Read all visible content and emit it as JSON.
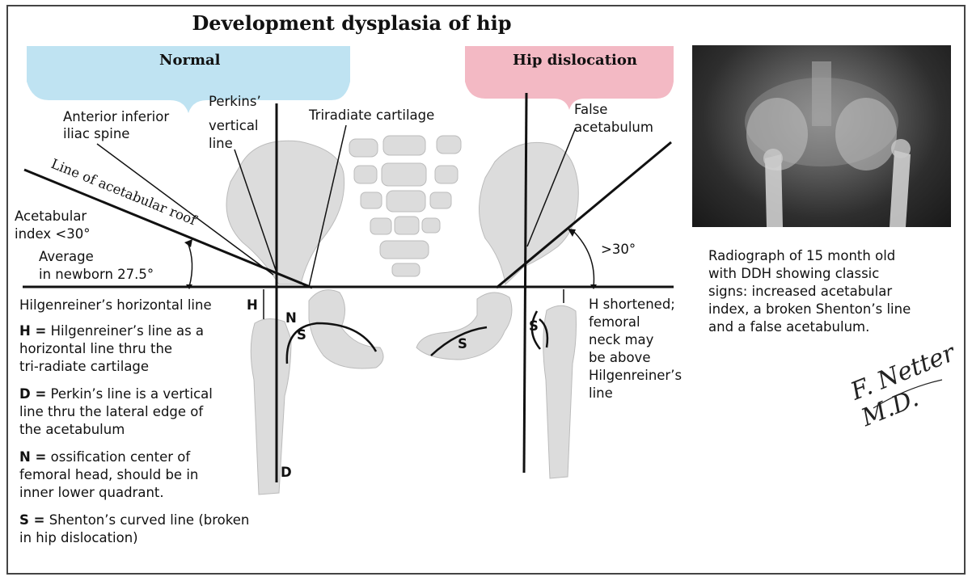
{
  "title": "Development dysplasia of hip",
  "sections": {
    "normal": "Normal",
    "dislocation": "Hip dislocation"
  },
  "colors": {
    "normal_band": "#bfe3f2",
    "dislocation_band": "#f3b9c4",
    "bone": "#dcdcdc",
    "bone_stroke": "#bbbbbb"
  },
  "labels": {
    "aiis_1": "Anterior inferior",
    "aiis_2": "iliac spine",
    "perkins_1": "Perkins’",
    "perkins_2": "vertical",
    "perkins_3": "line",
    "triradiate": "Triradiate cartilage",
    "false_acet_1": "False",
    "false_acet_2": "acetabulum",
    "acet_roof": "Line of acetabular roof",
    "acet_index_1": "Acetabular",
    "acet_index_2": "index <30°",
    "average_1": "Average",
    "average_2": "in newborn 27.5°",
    "gt30": ">30°",
    "hilgen": "Hilgenreiner’s horizontal line",
    "marker_h": "H",
    "marker_n": "N",
    "marker_s": "S",
    "marker_d": "D",
    "h_shortened_1": "H shortened;",
    "h_shortened_2": "femoral",
    "h_shortened_3": "neck may",
    "h_shortened_4": "be above",
    "h_shortened_5": "Hilgenreiner’s",
    "h_shortened_6": "line"
  },
  "legend": [
    {
      "key": "H =",
      "lines": [
        "Hilgenreiner’s line as a",
        "horizontal line thru the",
        "tri-radiate cartilage"
      ]
    },
    {
      "key": "D =",
      "lines": [
        "Perkin’s line is a vertical",
        "line thru the lateral edge of",
        "the acetabulum"
      ]
    },
    {
      "key": "N =",
      "lines": [
        "ossification center of",
        "femoral head, should be in",
        "inner lower quadrant."
      ]
    },
    {
      "key": "S =",
      "lines": [
        "Shenton’s curved line (broken",
        "in hip dislocation)"
      ]
    }
  ],
  "caption": [
    "Radiograph of 15 month old",
    "with DDH showing classic",
    "signs: increased acetabular",
    "index, a broken Shenton’s line",
    "and a false acetabulum."
  ],
  "signature": "F. Netter M.D."
}
